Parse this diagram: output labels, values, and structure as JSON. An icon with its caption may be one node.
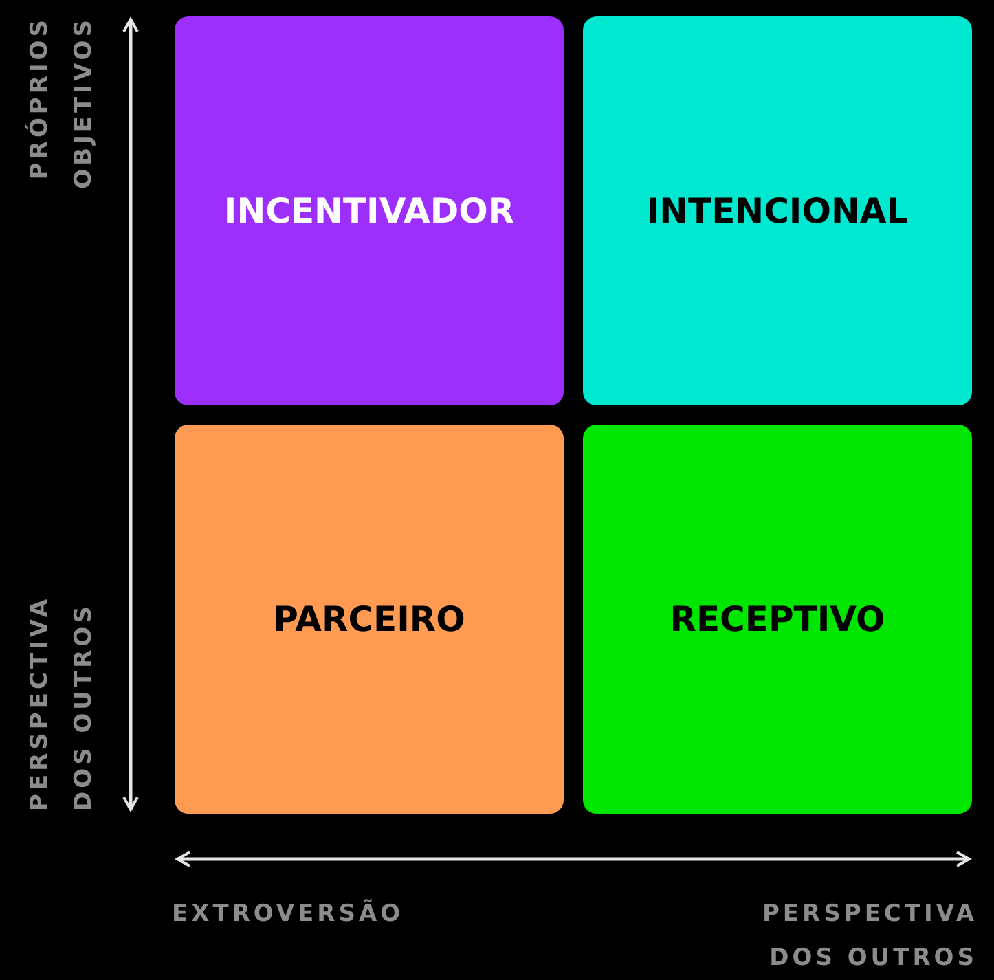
{
  "diagram": {
    "nodes": [
      {
        "text": [
          "INCENTIVADOR"
        ]
      },
      {
        "text": [
          "INTENCIONAL"
        ]
      },
      {
        "text": [
          "PARCEIRO"
        ]
      },
      {
        "text": [
          "RECEPTIVO"
        ]
      }
    ],
    "labels": [
      "PRÓPRIOS OBJETIVOS",
      "PERSPECTIVA DOS OUTROS",
      "EXTROVERSÃO",
      "PERSPECTIVA DOS OUTROS"
    ]
  }
}
